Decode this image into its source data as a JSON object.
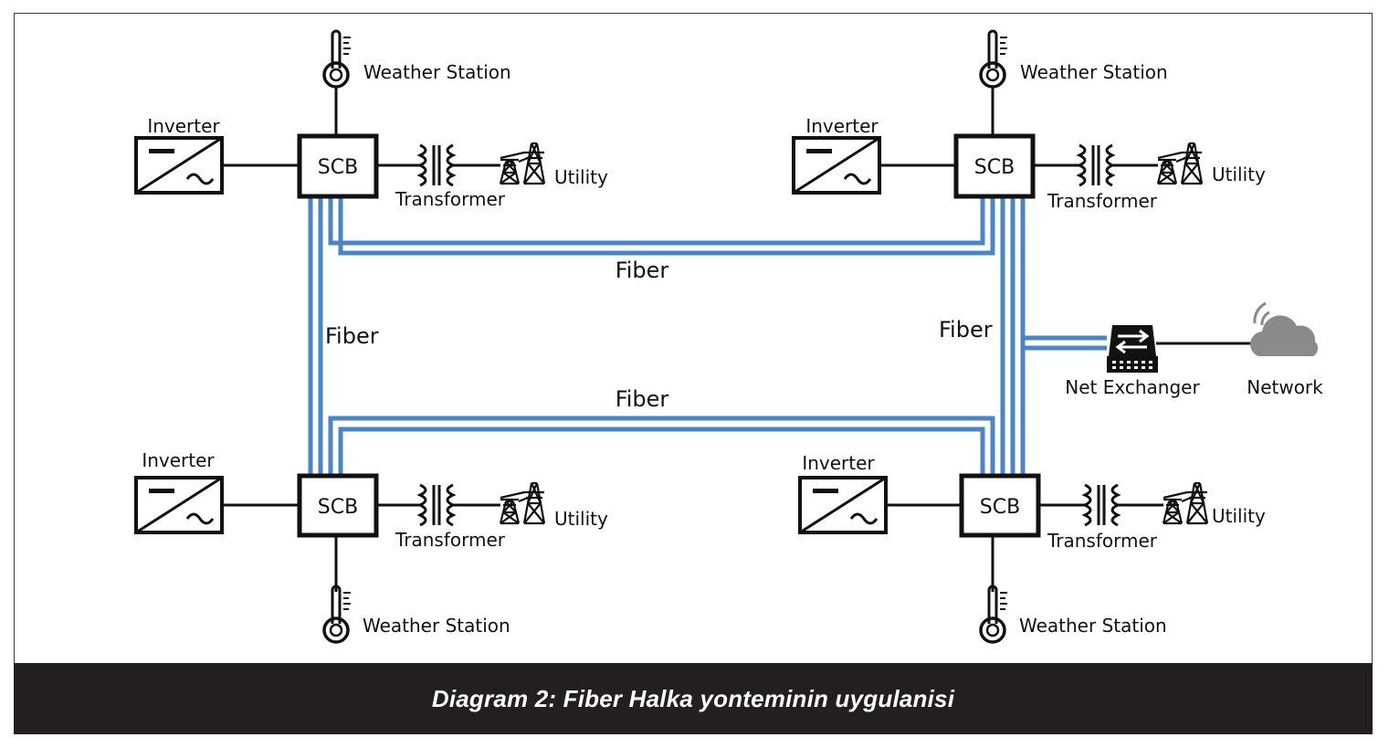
{
  "labels": {
    "inverter": "Inverter",
    "scb": "SCB",
    "transformer": "Transformer",
    "utility": "Utility",
    "weather_station": "Weather Station",
    "fiber": "Fiber",
    "net_exchanger": "Net Exchanger",
    "network": "Network"
  },
  "caption": "Diagram 2: Fiber Halka yonteminin uygulanisi",
  "colors": {
    "fiber": "#4a86c5",
    "line": "#111111",
    "caption_bg": "#231f20",
    "cloud": "#8a8a8a"
  }
}
